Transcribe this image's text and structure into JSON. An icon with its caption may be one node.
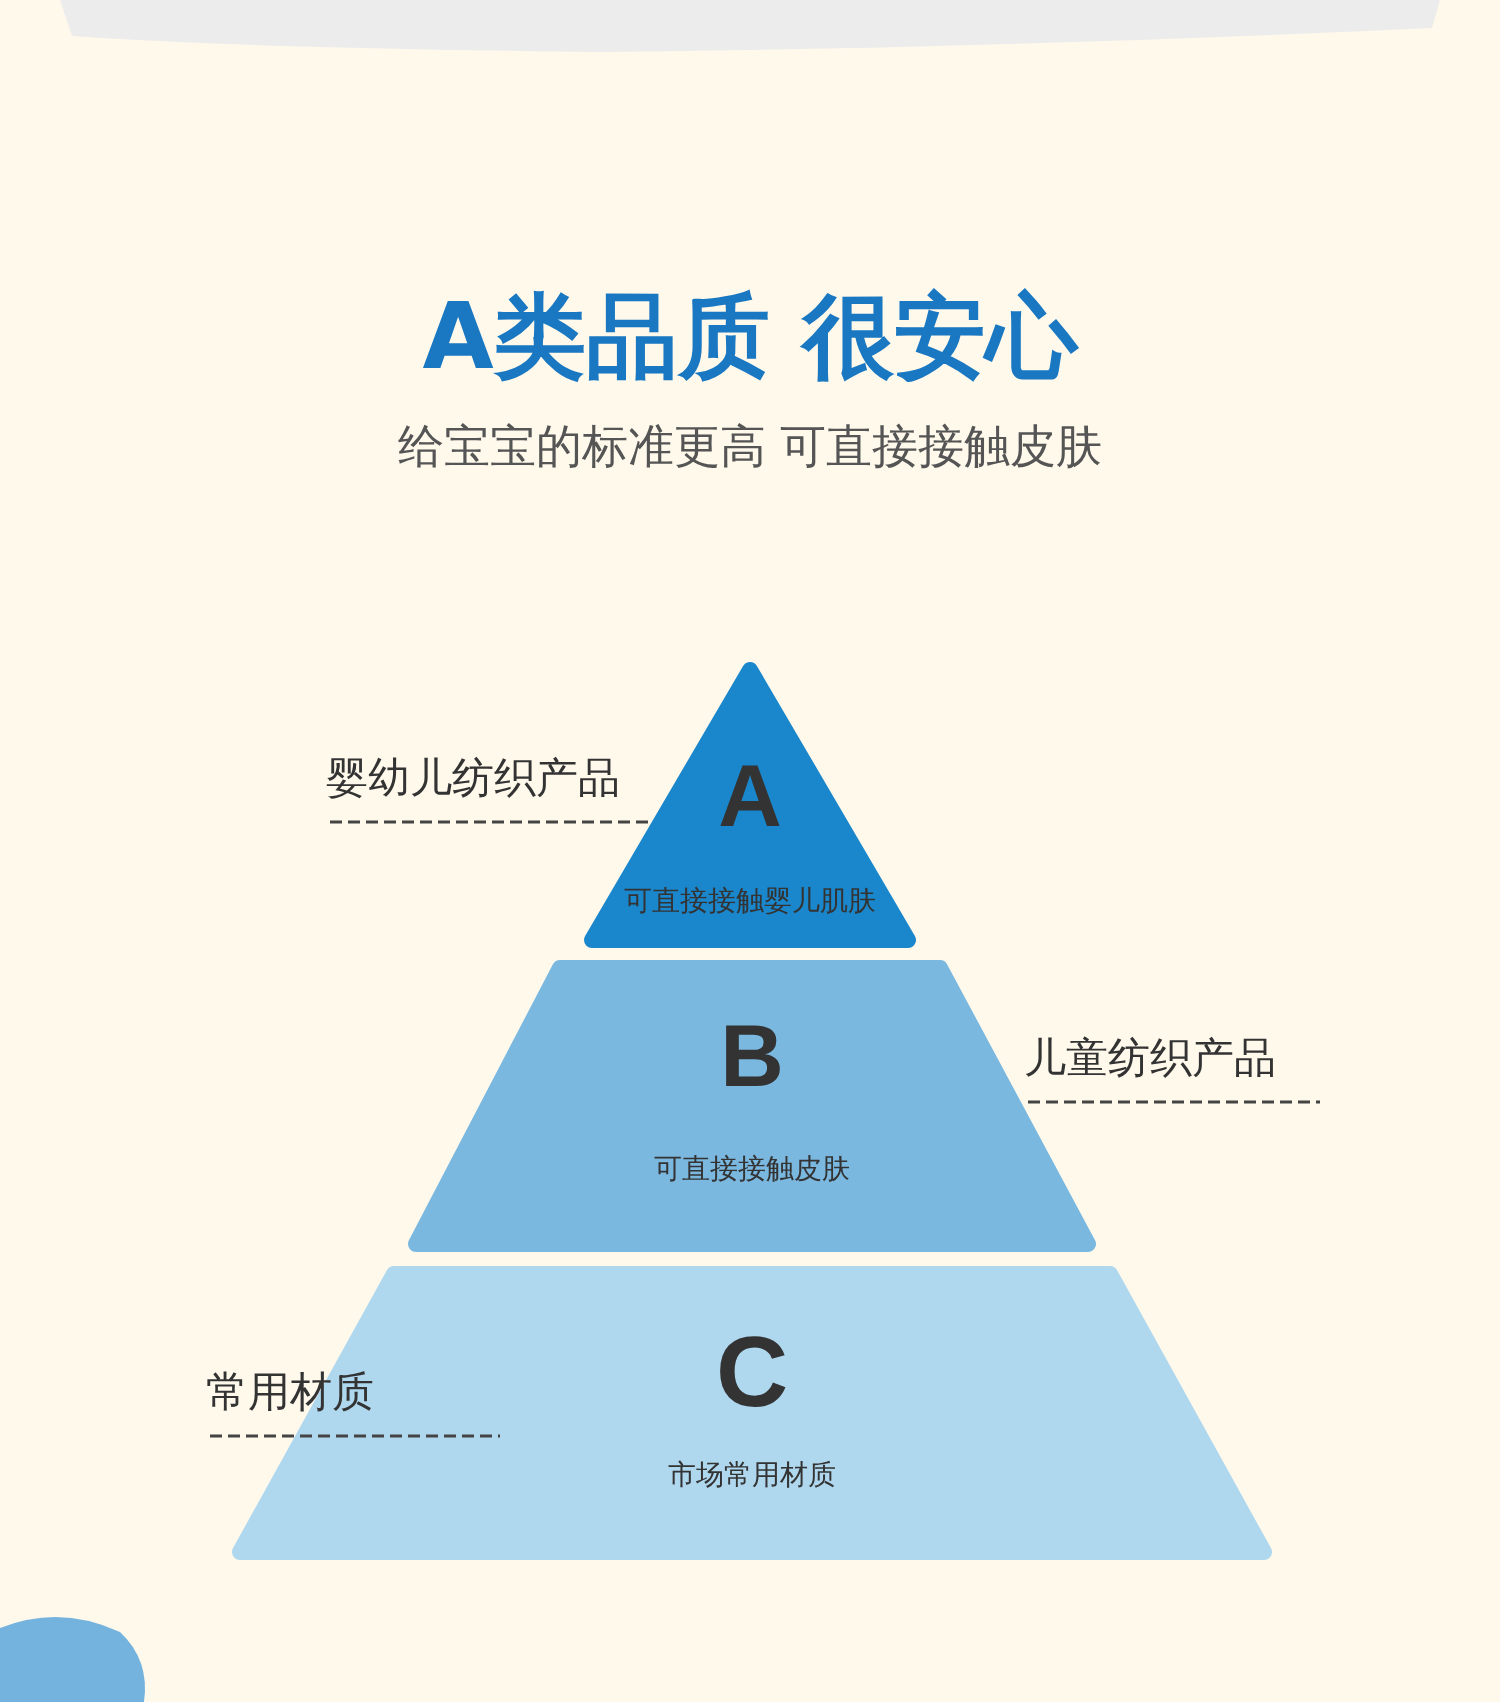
{
  "diagram": {
    "title": "A类品质 很安心",
    "nodes": [
      {
        "text": [
          "A",
          "可直接接触婴儿肌肤"
        ],
        "beside": [
          "婴幼儿纺织产品"
        ]
      },
      {
        "text": [
          "B",
          "可直接接触皮肤"
        ],
        "beside": [
          "儿童纺织产品"
        ]
      },
      {
        "text": [
          "C",
          "市场常用材质"
        ],
        "beside": [
          "常用材质"
        ]
      }
    ],
    "labels": [
      "给宝宝的标准更高 可直接接触皮肤"
    ]
  }
}
